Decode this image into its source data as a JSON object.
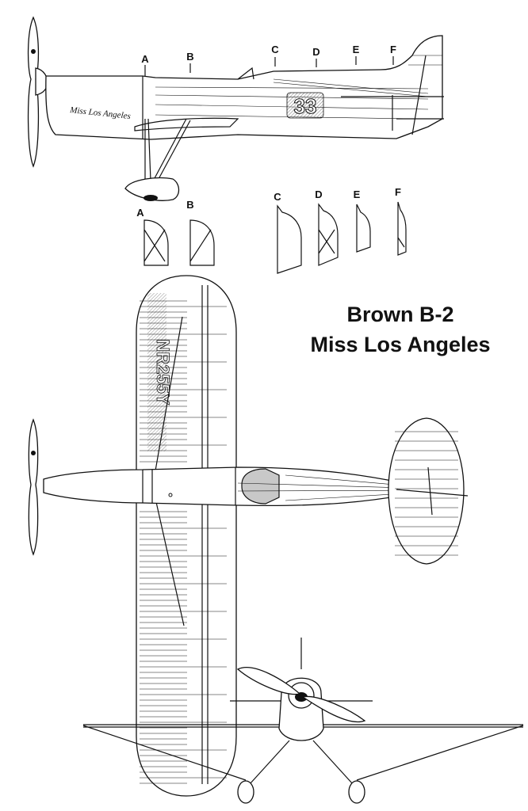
{
  "title": {
    "line1": "Brown B-2",
    "line2": "Miss Los Angeles"
  },
  "side_view": {
    "station_labels": [
      "A",
      "B",
      "C",
      "D",
      "E",
      "F"
    ],
    "fuselage_script": "Miss Los Angeles",
    "race_number": "33"
  },
  "sections": {
    "labels": [
      "A",
      "B",
      "C",
      "D",
      "E",
      "F"
    ]
  },
  "top_view": {
    "wing_registration": "NR255Y"
  },
  "colors": {
    "line": "#111111",
    "background": "#ffffff",
    "hatch": "#888888"
  }
}
